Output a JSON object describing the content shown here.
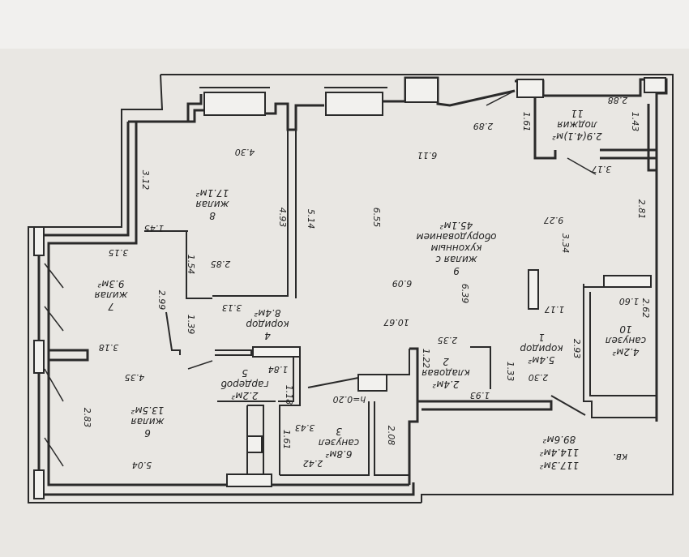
{
  "rooms": [
    {
      "id": "r1",
      "num": "1",
      "name": "коридор",
      "area": "5.4м²"
    },
    {
      "id": "r2",
      "num": "2",
      "name": "кладовая",
      "area": "2.4м²"
    },
    {
      "id": "r3",
      "num": "3",
      "name": "санузел",
      "area": "6.8м²"
    },
    {
      "id": "r4",
      "num": "4",
      "name": "коридор",
      "area": "8.4м²"
    },
    {
      "id": "r5",
      "num": "5",
      "name": "гардероб",
      "area": "2.2м²"
    },
    {
      "id": "r6",
      "num": "6",
      "name": "жилая",
      "area": "13.5м²"
    },
    {
      "id": "r7",
      "num": "7",
      "name": "жилая",
      "area": "9.3м²"
    },
    {
      "id": "r8",
      "num": "8",
      "name": "жилая",
      "area": "17.1м²"
    },
    {
      "id": "r9",
      "num": "9",
      "name": "жилая с",
      "name2": "кухонным",
      "name3": "оборудованием",
      "area": "45.1м²"
    },
    {
      "id": "r10",
      "num": "10",
      "name": "санузел",
      "area": "4.2м²"
    },
    {
      "id": "r11",
      "num": "11",
      "name": "лоджия",
      "area": "2.9(4.1)м²"
    }
  ],
  "totals": {
    "label": "кв.",
    "living": "89.6м²",
    "total": "114.4м²",
    "total_with_loggia": "117.3м²"
  },
  "height_note": "h=0.20",
  "dims": [
    "4.30",
    "3.12",
    "1.45",
    "3.15",
    "1.54",
    "2.85",
    "4.93",
    "5.14",
    "6.55",
    "6.11",
    "2.89",
    "1.61",
    "2.88",
    "1.43",
    "3.17",
    "2.81",
    "9.27",
    "3.34",
    "6.09",
    "6.39",
    "10.67",
    "2.35",
    "1.22",
    "1.93",
    "1.33",
    "2.30",
    "2.93",
    "1.17",
    "1.60",
    "2.62",
    "2.99",
    "1.39",
    "3.13",
    "3.18",
    "4.35",
    "2.83",
    "5.04",
    "1.84",
    "1.18",
    "3.43",
    "1.61",
    "2.42",
    "2.08"
  ]
}
